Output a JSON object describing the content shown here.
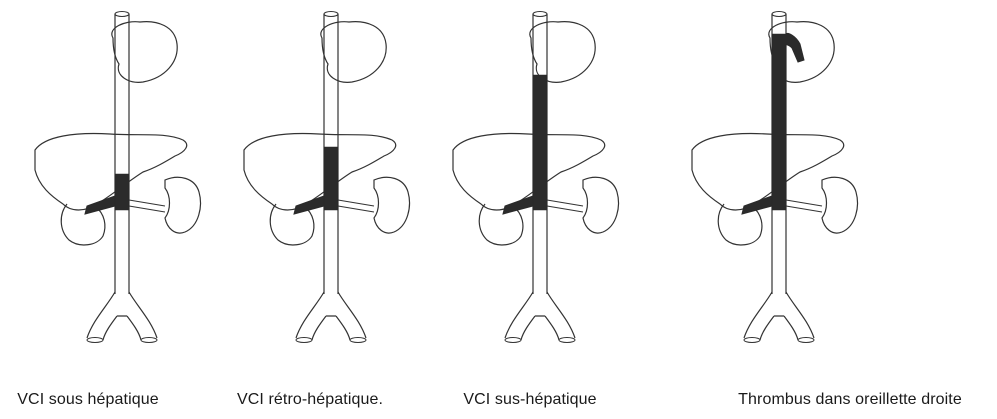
{
  "panels": [
    {
      "id": "sous-hepatique",
      "caption": "VCI sous hépatique",
      "thrombus_level": "infrahepatic"
    },
    {
      "id": "retro-hepatique",
      "caption": "VCI rétro-hépatique.",
      "thrombus_level": "retrohepatic"
    },
    {
      "id": "sus-hepatique",
      "caption": "VCI sus-hépatique",
      "thrombus_level": "suprahepatic"
    },
    {
      "id": "oreillette",
      "caption": "Thrombus dans oreillette droite",
      "thrombus_level": "right-atrium"
    }
  ],
  "colors": {
    "outline": "#333333",
    "thrombus": "#2b2b2b",
    "background": "#ffffff"
  }
}
